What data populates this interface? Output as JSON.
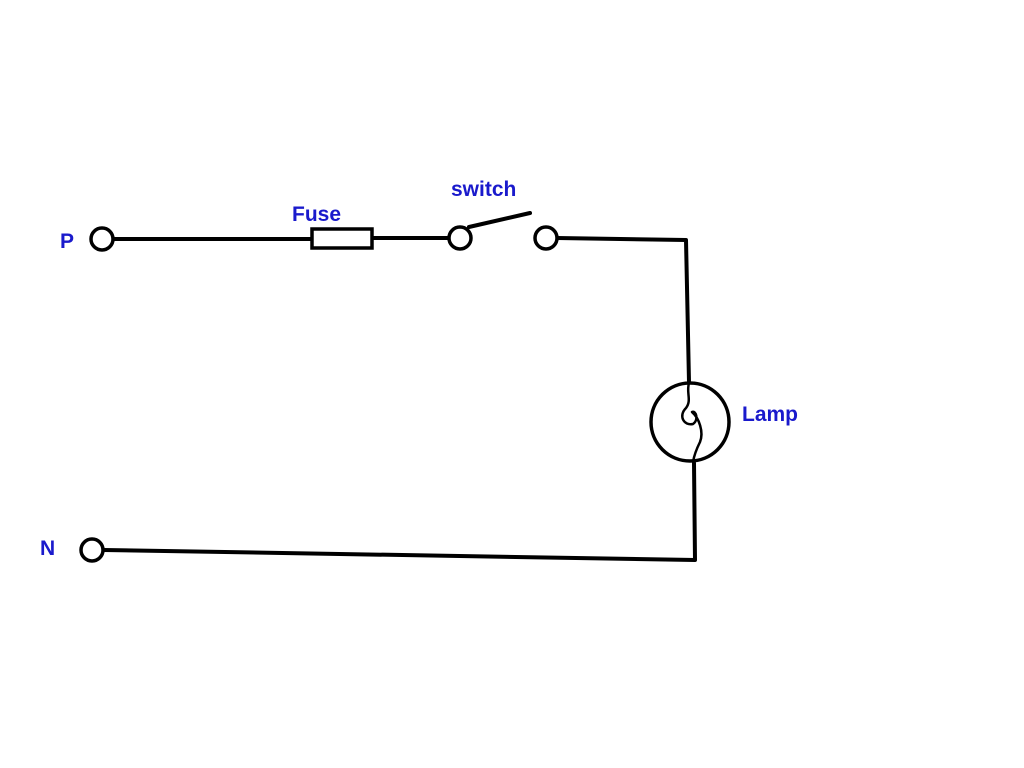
{
  "labels": {
    "phase": "P",
    "neutral": "N",
    "fuse": "Fuse",
    "switch": "switch",
    "lamp": "Lamp"
  },
  "colors": {
    "label_text": "#1a1acc",
    "wire": "#000000",
    "background": "#ffffff"
  },
  "components": {
    "fuse": "fuse-symbol",
    "switch": "open-switch-symbol",
    "lamp": "lamp-symbol"
  }
}
